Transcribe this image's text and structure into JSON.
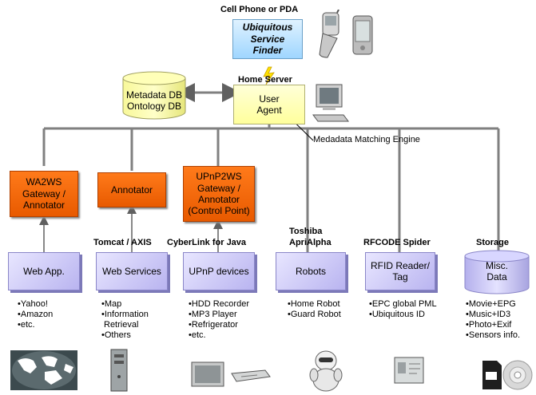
{
  "phone_label": "Cell Phone or PDA",
  "finder": {
    "line1": "Ubiquitous",
    "line2": "Service",
    "line3": "Finder"
  },
  "home_server_label": "Home Server",
  "user_agent": {
    "line1": "User",
    "line2": "Agent"
  },
  "metadata_db": {
    "line1": "Metadata DB",
    "line2": "Ontology DB"
  },
  "matching_engine": "Medadata Matching Engine",
  "gateways": [
    {
      "lines": [
        "WA2WS",
        "Gateway /",
        "Annotator"
      ]
    },
    {
      "lines": [
        "Annotator"
      ]
    },
    {
      "lines": [
        "UPnP2WS",
        "Gateway /",
        "Annotator",
        "(Control Point)"
      ]
    }
  ],
  "vendor_labels": {
    "tomcat": "Tomcat / AXIS",
    "cyberlink": "CyberLink for Java",
    "toshiba_1": "Toshiba",
    "toshiba_2": "ApriAlpha",
    "rfcode": "RFCODE Spider",
    "storage": "Storage"
  },
  "services": [
    {
      "lines": [
        "Web App."
      ],
      "bullets": [
        "•Yahoo!",
        "•Amazon",
        "•etc."
      ]
    },
    {
      "lines": [
        "Web Services"
      ],
      "bullets": [
        "•Map",
        "•Information",
        " Retrieval",
        "•Others"
      ]
    },
    {
      "lines": [
        "UPnP devices"
      ],
      "bullets": [
        "•HDD Recorder",
        "•MP3 Player",
        "•Refrigerator",
        "•etc."
      ]
    },
    {
      "lines": [
        "Robots"
      ],
      "bullets": [
        "•Home Robot",
        "•Guard Robot"
      ]
    },
    {
      "lines": [
        "RFID Reader/",
        "Tag"
      ],
      "bullets": [
        "•EPC global PML",
        "•Ubiquitous ID"
      ]
    },
    {
      "lines": [
        "Misc.",
        "Data"
      ],
      "bullets": [
        "•Movie+EPG",
        "•Music+ID3",
        "•Photo+Exif",
        "•Sensors info."
      ]
    }
  ],
  "icons": [
    "phone-icon",
    "pda-icon",
    "computer-icon",
    "globe-icon",
    "server-tower-icon",
    "tv-icon",
    "dvd-player-icon",
    "robot-icon",
    "id-card-icon",
    "sd-card-icon",
    "cd-disc-icon"
  ],
  "colors": {
    "orange": "#ff7a1a",
    "lavender": "#c8c4f4",
    "yellow": "#ffffb0",
    "blue": "#bfe4ff",
    "line": "#808080"
  }
}
